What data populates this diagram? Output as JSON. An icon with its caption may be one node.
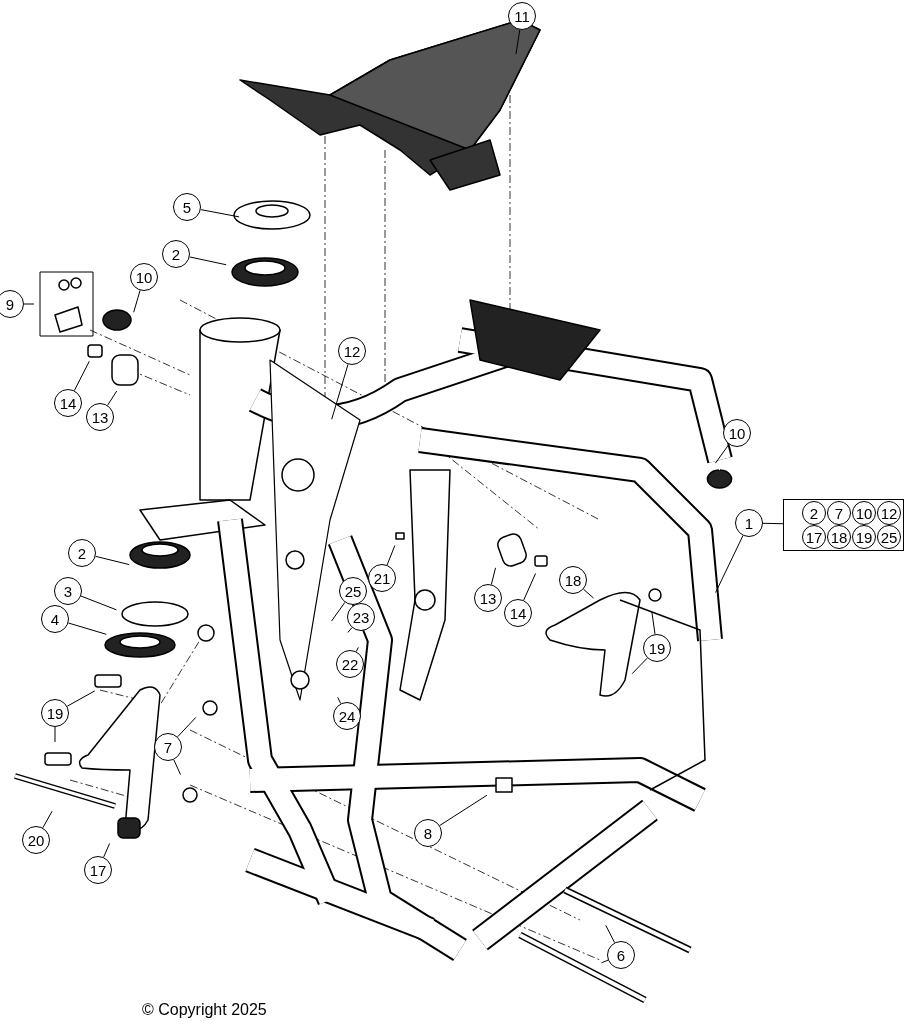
{
  "diagram": {
    "nodes": [
      {
        "text": [
          "11"
        ]
      },
      {
        "text": [
          "5"
        ]
      },
      {
        "text": [
          "2"
        ]
      },
      {
        "text": [
          "9"
        ]
      },
      {
        "text": [
          "10"
        ]
      },
      {
        "text": [
          "12"
        ]
      },
      {
        "text": [
          "14"
        ]
      },
      {
        "text": [
          "13"
        ]
      },
      {
        "text": [
          "10"
        ]
      },
      {
        "text": [
          "1"
        ]
      },
      {
        "text": [],
        "shape": "box"
      },
      {
        "text": [
          "2"
        ],
        "in": 10
      },
      {
        "text": [
          "7"
        ],
        "in": 10
      },
      {
        "text": [
          "10"
        ],
        "in": 10
      },
      {
        "text": [
          "12"
        ],
        "in": 10
      },
      {
        "text": [
          "17"
        ],
        "in": 10
      },
      {
        "text": [
          "18"
        ],
        "in": 10
      },
      {
        "text": [
          "19"
        ],
        "in": 10
      },
      {
        "text": [
          "25"
        ],
        "in": 10
      },
      {
        "text": [
          "2"
        ]
      },
      {
        "text": [
          "21"
        ]
      },
      {
        "text": [
          "13"
        ]
      },
      {
        "text": [
          "14"
        ]
      },
      {
        "text": [
          "18"
        ]
      },
      {
        "text": [
          "3"
        ]
      },
      {
        "text": [
          "25"
        ]
      },
      {
        "text": [
          "23"
        ]
      },
      {
        "text": [
          "4"
        ]
      },
      {
        "text": [
          "19"
        ]
      },
      {
        "text": [
          "22"
        ]
      },
      {
        "text": [
          "19"
        ]
      },
      {
        "text": [
          "24"
        ]
      },
      {
        "text": [
          "7"
        ]
      },
      {
        "text": [
          "20"
        ]
      },
      {
        "text": [
          "8"
        ]
      },
      {
        "text": [
          "17"
        ]
      },
      {
        "text": [
          "6"
        ]
      }
    ],
    "edges": [
      {
        "from": 0,
        "to": null,
        "arrow": "none"
      },
      {
        "from": 1,
        "to": null,
        "arrow": "none"
      },
      {
        "from": 2,
        "to": null,
        "arrow": "none"
      },
      {
        "from": 3,
        "to": null,
        "arrow": "none"
      },
      {
        "from": 4,
        "to": null,
        "arrow": "none"
      },
      {
        "from": 5,
        "to": null,
        "arrow": "none"
      },
      {
        "from": 6,
        "to": null,
        "arrow": "none"
      },
      {
        "from": 7,
        "to": null,
        "arrow": "none"
      },
      {
        "from": 8,
        "to": null,
        "arrow": "none"
      },
      {
        "from": 9,
        "to": null,
        "arrow": "none"
      },
      {
        "from": 9,
        "to": 10,
        "arrow": "none"
      },
      {
        "from": 19,
        "to": null,
        "arrow": "none"
      },
      {
        "from": 20,
        "to": null,
        "arrow": "none"
      },
      {
        "from": 21,
        "to": null,
        "arrow": "none"
      },
      {
        "from": 22,
        "to": null,
        "arrow": "none"
      },
      {
        "from": 23,
        "to": null,
        "arrow": "none"
      },
      {
        "from": 24,
        "to": null,
        "arrow": "none"
      },
      {
        "from": 25,
        "to": null,
        "arrow": "none"
      },
      {
        "from": 26,
        "to": null,
        "arrow": "none"
      },
      {
        "from": 27,
        "to": null,
        "arrow": "none"
      },
      {
        "from": 28,
        "to": null,
        "arrow": "none"
      },
      {
        "from": 28,
        "to": null,
        "arrow": "none"
      },
      {
        "from": 29,
        "to": null,
        "arrow": "none"
      },
      {
        "from": 30,
        "to": null,
        "arrow": "none"
      },
      {
        "from": 30,
        "to": null,
        "arrow": "none"
      },
      {
        "from": 31,
        "to": null,
        "arrow": "none"
      },
      {
        "from": 32,
        "to": null,
        "arrow": "none"
      },
      {
        "from": 32,
        "to": null,
        "arrow": "none"
      },
      {
        "from": 33,
        "to": null,
        "arrow": "none"
      },
      {
        "from": 34,
        "to": null,
        "arrow": "none"
      },
      {
        "from": 35,
        "to": null,
        "arrow": "none"
      },
      {
        "from": 36,
        "to": null,
        "arrow": "none"
      },
      {
        "from": 36,
        "to": null,
        "arrow": "none"
      }
    ],
    "labels": [
      "© Copyright 2025"
    ]
  }
}
